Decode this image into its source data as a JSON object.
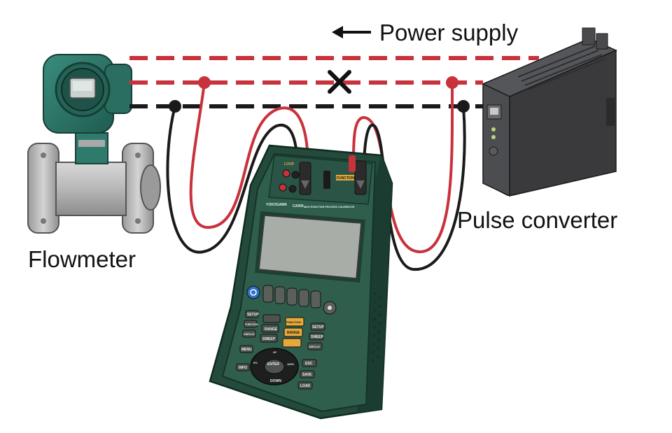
{
  "labels": {
    "power_supply": "Power supply",
    "flowmeter": "Flowmeter",
    "pulse_converter": "Pulse converter"
  },
  "calibrator": {
    "brand": "YOKOGAWA",
    "model": "CA500",
    "subtitle": "MULTIFUNCTION PROCESS CALIBRATOR",
    "loop_label": "LOOP",
    "function_label": "FUNCTION",
    "keys": {
      "setup_left": "SETUP",
      "function_left": "FUNCTION",
      "display_left": "DISPLAY",
      "range_left": "RANGE",
      "sweep_left": "SWEEP",
      "function_right": "FUNCTION",
      "range_right": "RANGE",
      "setup_right": "SETUP",
      "sweep_right": "SWEEP",
      "display_right": "DISPLAY",
      "menu": "MENU",
      "info": "INFO",
      "enter": "ENTER",
      "down": "DOWN",
      "up": "UP",
      "esc": "ESC",
      "save": "SAVE",
      "load": "LOAD",
      "pct0": "0%",
      "pct100": "100%"
    }
  },
  "colors": {
    "red_wire": "#c8323c",
    "black_wire": "#1a1a1a",
    "calibrator_body": "#2f5f4c",
    "calibrator_dark": "#1f4234",
    "screen": "#a9ada8",
    "flowmeter_head": "#2e7a6c",
    "converter_body": "#3c3c3e"
  },
  "icons": {
    "arrow": "arrow-left-icon",
    "cross": "cross-mark-icon",
    "power": "power-button-icon",
    "brightness": "brightness-icon"
  }
}
